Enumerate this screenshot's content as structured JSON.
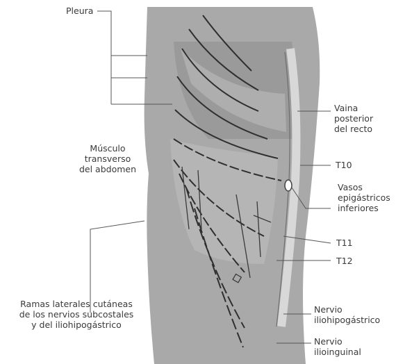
{
  "labels": {
    "pleura": "Pleura",
    "musculo": "Músculo\ntransverso\ndel abdomen",
    "ramas": "Ramas laterales cutáneas\nde los nervios subcostales\ny del iliohipogástrico",
    "vaina": "Vaina\nposterior\ndel recto",
    "t10": "T10",
    "vasos": "Vasos\nepigástricos\ninferiores",
    "t11": "T11",
    "t12": "T12",
    "iliohipo": "Nervio\niliohipogástrico",
    "ilioinguinal": "Nervio\nilioinguinal"
  }
}
